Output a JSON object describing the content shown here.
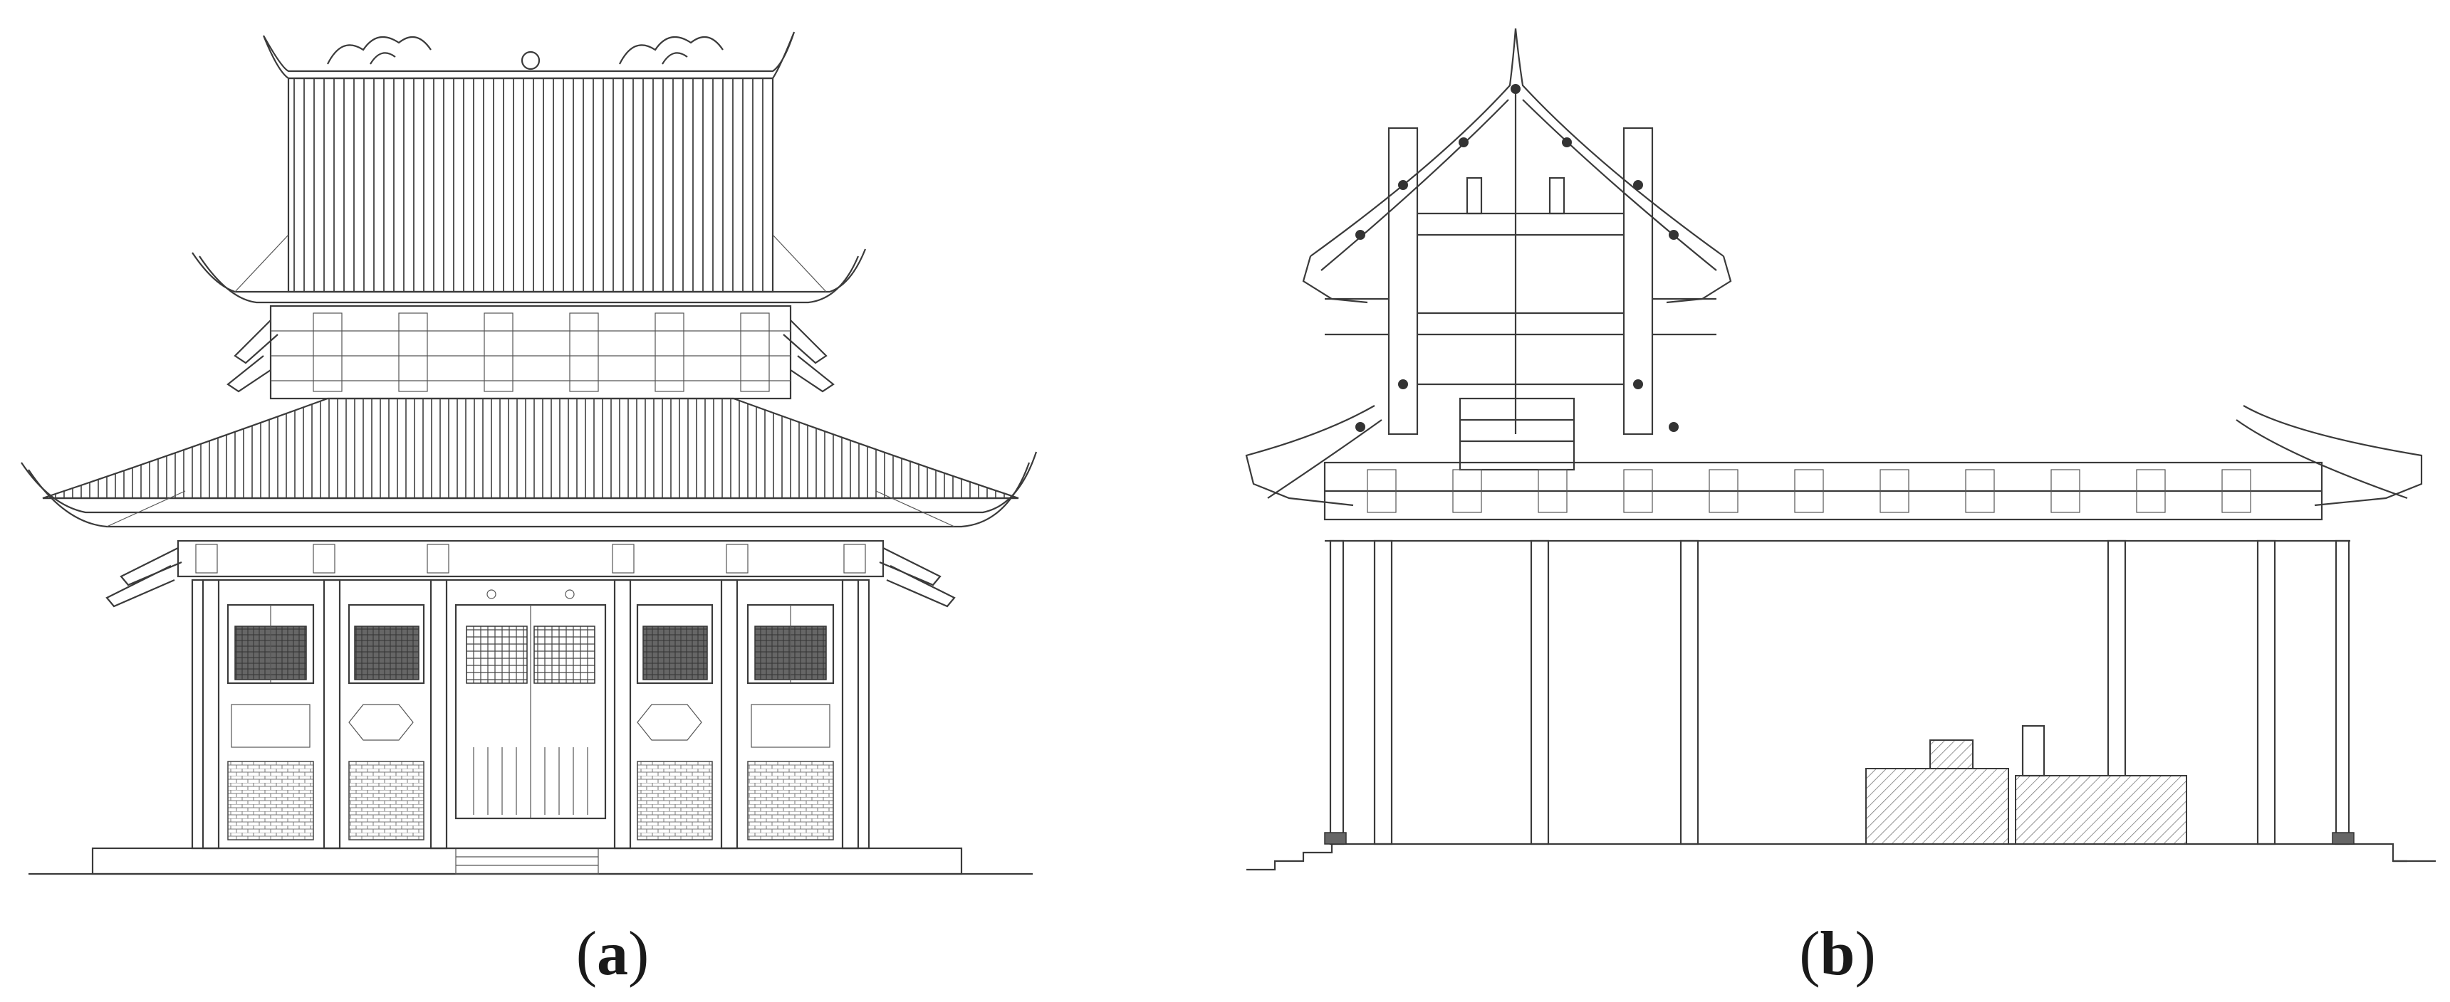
{
  "figure": {
    "panels": [
      {
        "id": "a",
        "label_open": "(",
        "label_letter": "a",
        "label_close": ")"
      },
      {
        "id": "b",
        "label_open": "(",
        "label_letter": "b",
        "label_close": ")"
      }
    ]
  }
}
